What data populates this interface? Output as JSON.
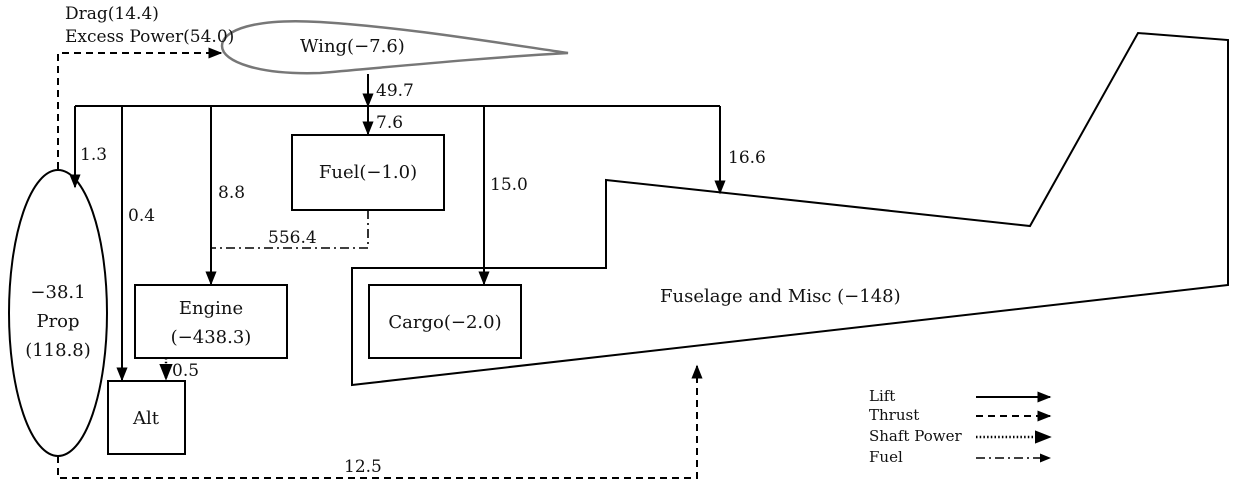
{
  "nodes": {
    "wing": "Wing(−7.6)",
    "fuel": "Fuel(−1.0)",
    "engine_line1": "Engine",
    "engine_line2": "(−438.3)",
    "cargo": "Cargo(−2.0)",
    "alt": "Alt",
    "prop_line1": "−38.1",
    "prop_line2": "Prop",
    "prop_line3": "(118.8)",
    "fuselage": "Fuselage and Misc (−148)"
  },
  "edge_labels": {
    "drag": "Drag(14.4)",
    "excess_power": "Excess Power(54.0)",
    "wing_lift": "49.7",
    "fuel_lift": "7.6",
    "prop_lift": "1.3",
    "alt_lift": "0.4",
    "engine_lift": "8.8",
    "fuel_to_engine": "556.4",
    "cargo_lift": "15.0",
    "fuselage_lift": "16.6",
    "engine_to_alt": "0.5",
    "prop_thrust": "12.5"
  },
  "legend": [
    {
      "label": "Lift",
      "style": "solid"
    },
    {
      "label": "Thrust",
      "style": "dashed"
    },
    {
      "label": "Shaft Power",
      "style": "dotted"
    },
    {
      "label": "Fuel",
      "style": "dash-dot"
    }
  ]
}
